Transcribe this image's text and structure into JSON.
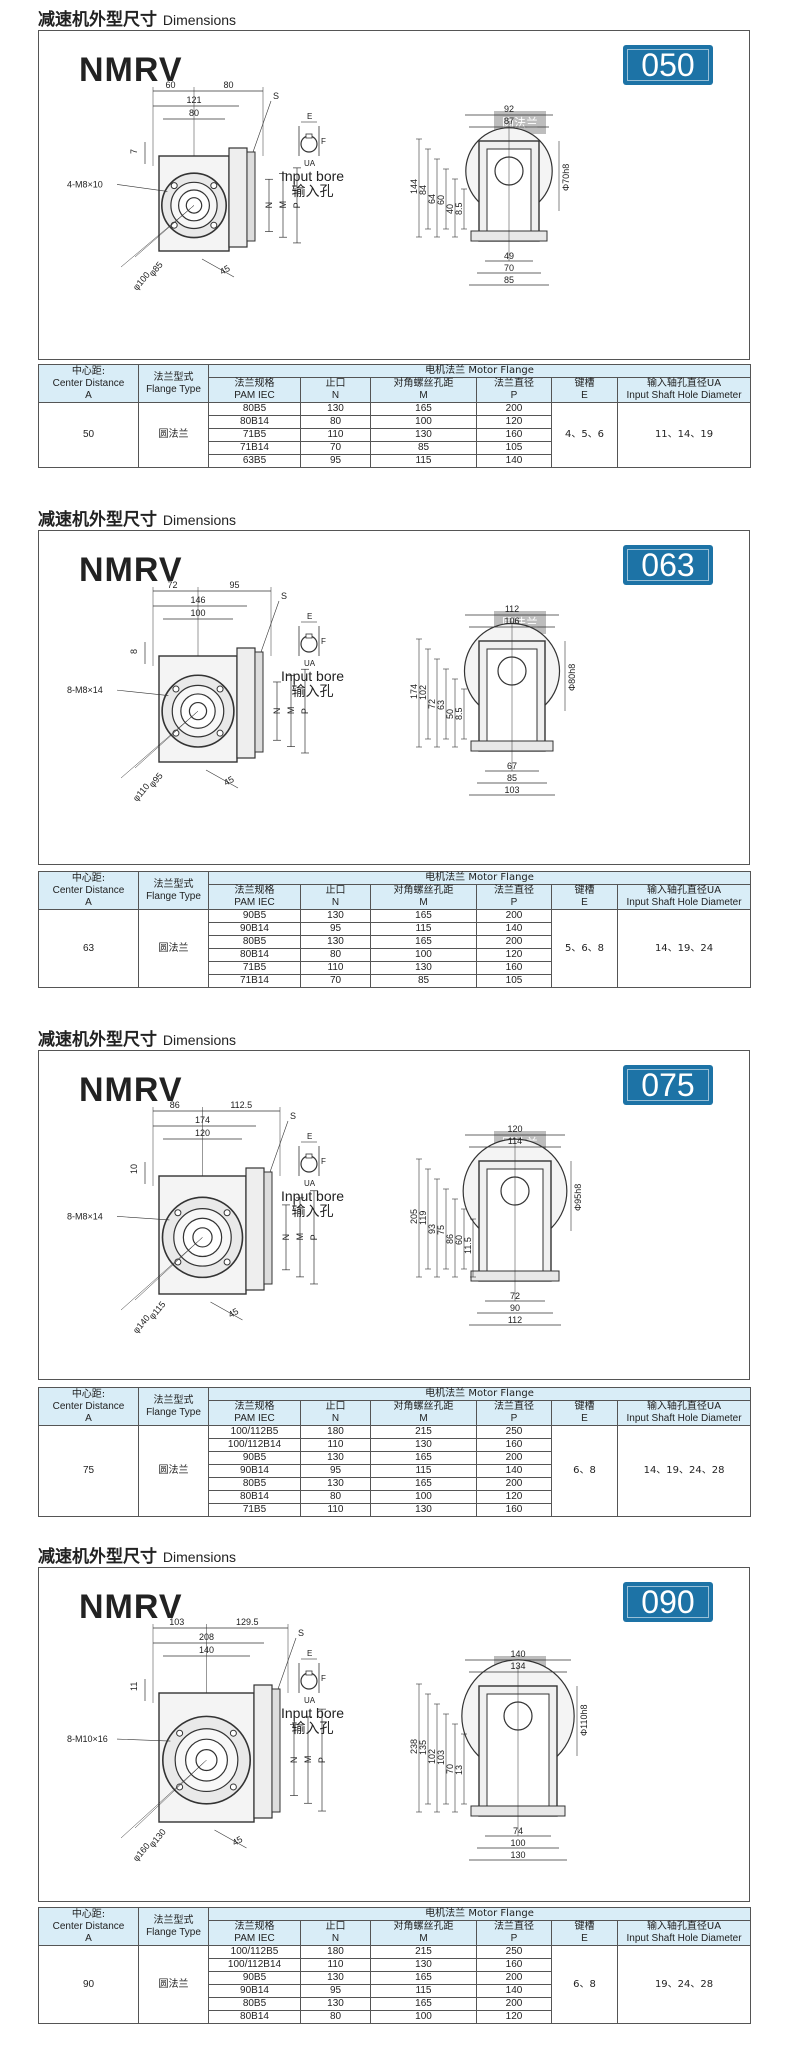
{
  "section_title_cn": "减速机外型尺寸",
  "section_title_en": "Dimensions",
  "header": {
    "center_cn": "中心距:",
    "center_en": "Center Distance",
    "center_sym": "A",
    "flange_type_cn": "法兰型式",
    "flange_type_en": "Flange Type",
    "motor_flange": "电机法兰 Motor Flange",
    "spec_cn": "法兰规格",
    "spec_en": "PAM IEC",
    "n_cn": "止口",
    "n_sym": "N",
    "m_cn": "对角螺丝孔距",
    "m_sym": "M",
    "p_cn": "法兰直径",
    "p_sym": "P",
    "e_cn": "键槽",
    "e_sym": "E",
    "ua_cn": "输入轴孔直径UA",
    "ua_en": "Input Shaft Hole Diameter"
  },
  "labels": {
    "round_flange": "圆法兰",
    "input_bore": "Input bore",
    "input_bore_cn": "输入孔",
    "ua": "UA",
    "e": "E",
    "f": "F",
    "s": "S",
    "n": "N",
    "m": "M",
    "p": "P"
  },
  "sections": [
    {
      "model": "NMRV",
      "code": "050",
      "dims_top": [
        "60",
        "80",
        "121",
        "80"
      ],
      "dims_right_top": [
        "92",
        "87"
      ],
      "dims_right_bottom": [
        "49",
        "70",
        "85"
      ],
      "dims_right_v": [
        "144",
        "84",
        "64",
        "60",
        "40",
        "8.5"
      ],
      "dims_left": [
        "7",
        "4-M8×10",
        "φ85",
        "φ100",
        "45"
      ],
      "shaft_dia": "Φ70h8",
      "center": "50",
      "flange_type": "圆法兰",
      "rows": [
        [
          "80B5",
          "130",
          "165",
          "200"
        ],
        [
          "80B14",
          "80",
          "100",
          "120"
        ],
        [
          "71B5",
          "110",
          "130",
          "160"
        ],
        [
          "71B14",
          "70",
          "85",
          "105"
        ],
        [
          "63B5",
          "95",
          "115",
          "140"
        ]
      ],
      "e": "4、5、6",
      "ua": "11、14、19"
    },
    {
      "model": "NMRV",
      "code": "063",
      "dims_top": [
        "72",
        "95",
        "146",
        "100"
      ],
      "dims_right_top": [
        "112",
        "106"
      ],
      "dims_right_bottom": [
        "67",
        "85",
        "103"
      ],
      "dims_right_v": [
        "174",
        "102",
        "72",
        "63",
        "50",
        "8.5"
      ],
      "dims_left": [
        "8",
        "8-M8×14",
        "φ95",
        "φ110",
        "45"
      ],
      "shaft_dia": "Φ80h8",
      "center": "63",
      "flange_type": "圆法兰",
      "rows": [
        [
          "90B5",
          "130",
          "165",
          "200"
        ],
        [
          "90B14",
          "95",
          "115",
          "140"
        ],
        [
          "80B5",
          "130",
          "165",
          "200"
        ],
        [
          "80B14",
          "80",
          "100",
          "120"
        ],
        [
          "71B5",
          "110",
          "130",
          "160"
        ],
        [
          "71B14",
          "70",
          "85",
          "105"
        ]
      ],
      "e": "5、6、8",
      "ua": "14、19、24"
    },
    {
      "model": "NMRV",
      "code": "075",
      "dims_top": [
        "86",
        "112.5",
        "174",
        "120"
      ],
      "dims_right_top": [
        "120",
        "114"
      ],
      "dims_right_bottom": [
        "72",
        "90",
        "112"
      ],
      "dims_right_v": [
        "205",
        "119",
        "93",
        "75",
        "86",
        "60",
        "11.5"
      ],
      "dims_left": [
        "10",
        "8-M8×14",
        "φ115",
        "φ140",
        "45"
      ],
      "shaft_dia": "Φ95h8",
      "center": "75",
      "flange_type": "圆法兰",
      "rows": [
        [
          "100/112B5",
          "180",
          "215",
          "250"
        ],
        [
          "100/112B14",
          "110",
          "130",
          "160"
        ],
        [
          "90B5",
          "130",
          "165",
          "200"
        ],
        [
          "90B14",
          "95",
          "115",
          "140"
        ],
        [
          "80B5",
          "130",
          "165",
          "200"
        ],
        [
          "80B14",
          "80",
          "100",
          "120"
        ],
        [
          "71B5",
          "110",
          "130",
          "160"
        ]
      ],
      "e": "6、8",
      "ua": "14、19、24、28"
    },
    {
      "model": "NMRV",
      "code": "090",
      "dims_top": [
        "103",
        "129.5",
        "208",
        "140"
      ],
      "dims_right_top": [
        "140",
        "134"
      ],
      "dims_right_bottom": [
        "74",
        "100",
        "130"
      ],
      "dims_right_v": [
        "238",
        "135",
        "102",
        "103",
        "70",
        "13"
      ],
      "dims_left": [
        "11",
        "8-M10×16",
        "φ130",
        "φ160",
        "45"
      ],
      "shaft_dia": "Φ110h8",
      "center": "90",
      "flange_type": "圆法兰",
      "rows": [
        [
          "100/112B5",
          "180",
          "215",
          "250"
        ],
        [
          "100/112B14",
          "110",
          "130",
          "160"
        ],
        [
          "90B5",
          "130",
          "165",
          "200"
        ],
        [
          "90B14",
          "95",
          "115",
          "140"
        ],
        [
          "80B5",
          "130",
          "165",
          "200"
        ],
        [
          "80B14",
          "80",
          "100",
          "120"
        ]
      ],
      "e": "6、8",
      "ua": "19、24、28"
    }
  ]
}
